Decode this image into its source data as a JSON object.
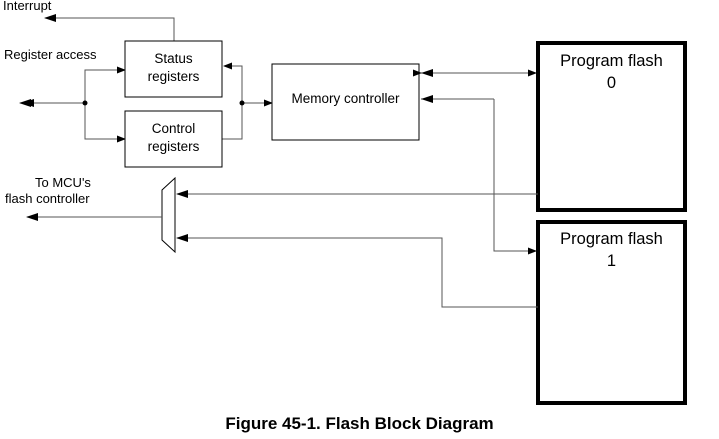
{
  "labels": {
    "interrupt": "Interrupt",
    "register_access": "Register access",
    "mcu_line1": "To MCU's",
    "mcu_line2": "flash controller"
  },
  "blocks": {
    "status": {
      "line1": "Status",
      "line2": "registers"
    },
    "control": {
      "line1": "Control",
      "line2": "registers"
    },
    "memory_controller": "Memory controller",
    "flash0": {
      "line1": "Program flash",
      "line2": "0"
    },
    "flash1": {
      "line1": "Program flash",
      "line2": "1"
    }
  },
  "caption": "Figure 45-1. Flash Block Diagram",
  "colors": {
    "line": "#000000",
    "connector": "#555555",
    "background": "#ffffff"
  }
}
